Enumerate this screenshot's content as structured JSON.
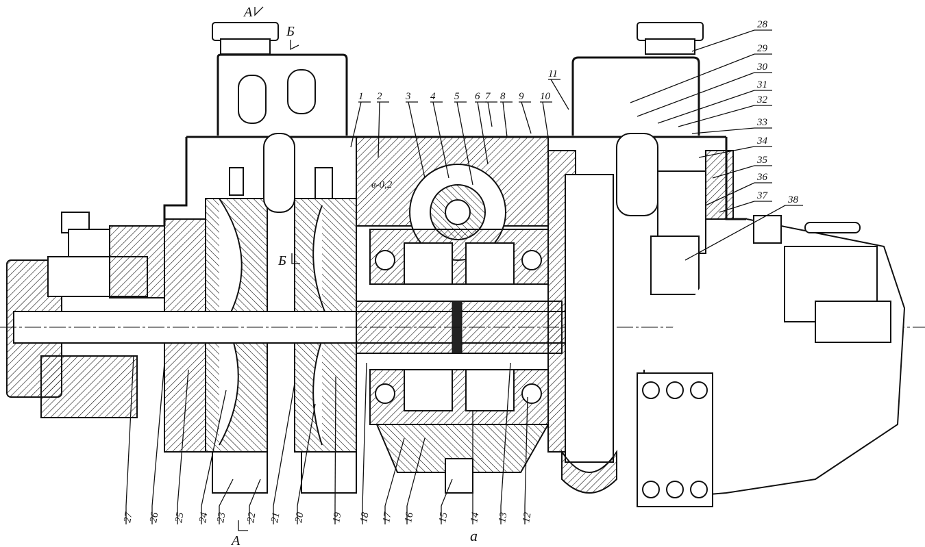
{
  "caption": "а",
  "section_marks": {
    "top_a": "А",
    "top_b": "Б",
    "mid_b": "Б",
    "bottom_a": "А"
  },
  "dimension_note": "в-0,2",
  "callouts_top": [
    "1",
    "2",
    "3",
    "4",
    "5",
    "6",
    "7",
    "8",
    "9",
    "10",
    "11"
  ],
  "callouts_right": [
    "28",
    "29",
    "30",
    "31",
    "32",
    "33",
    "34",
    "35",
    "36",
    "37",
    "38"
  ],
  "callouts_bottom": [
    "27",
    "26",
    "25",
    "24",
    "23",
    "22",
    "21",
    "20",
    "19",
    "18",
    "17",
    "16",
    "15",
    "14",
    "13",
    "12"
  ]
}
